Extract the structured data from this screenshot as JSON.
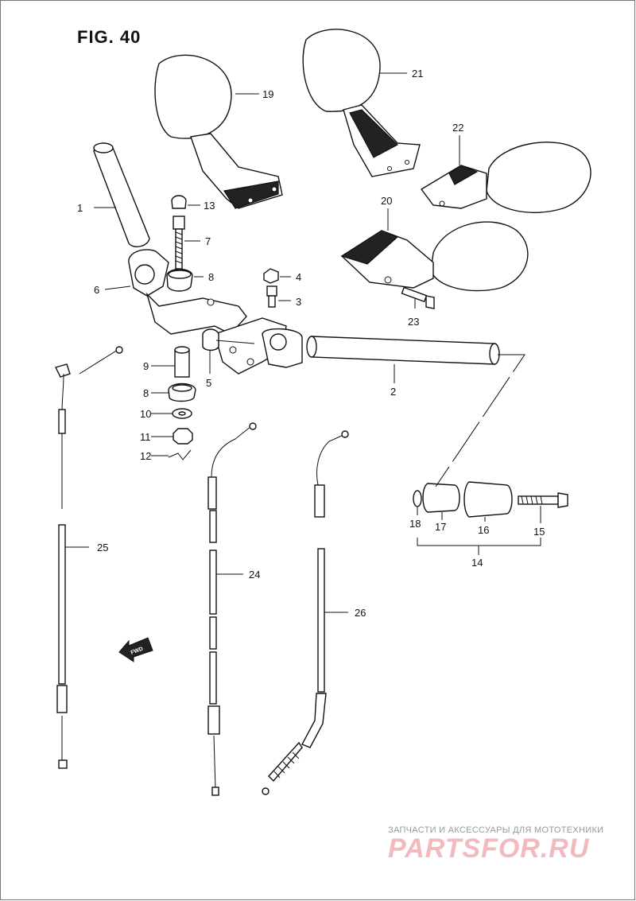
{
  "figure": {
    "title": "FIG. 40"
  },
  "callouts": {
    "c1": "1",
    "c2": "2",
    "c3": "3",
    "c4": "4",
    "c5": "5",
    "c6": "6",
    "c7": "7",
    "c8a": "8",
    "c8b": "8",
    "c9": "9",
    "c10": "10",
    "c11": "11",
    "c12": "12",
    "c13": "13",
    "c14": "14",
    "c15": "15",
    "c16": "16",
    "c17": "17",
    "c18": "18",
    "c19": "19",
    "c20": "20",
    "c21": "21",
    "c22": "22",
    "c23": "23",
    "c24": "24",
    "c25": "25",
    "c26": "26"
  },
  "fwd_arrow": {
    "label": "FWD"
  },
  "watermark": {
    "caption": "ЗАПЧАСТИ И АКСЕССУАРЫ ДЛЯ МОТОТЕХНИКИ",
    "brand": "PARTSFOR.RU",
    "brand_color": "#f2b9bf"
  }
}
